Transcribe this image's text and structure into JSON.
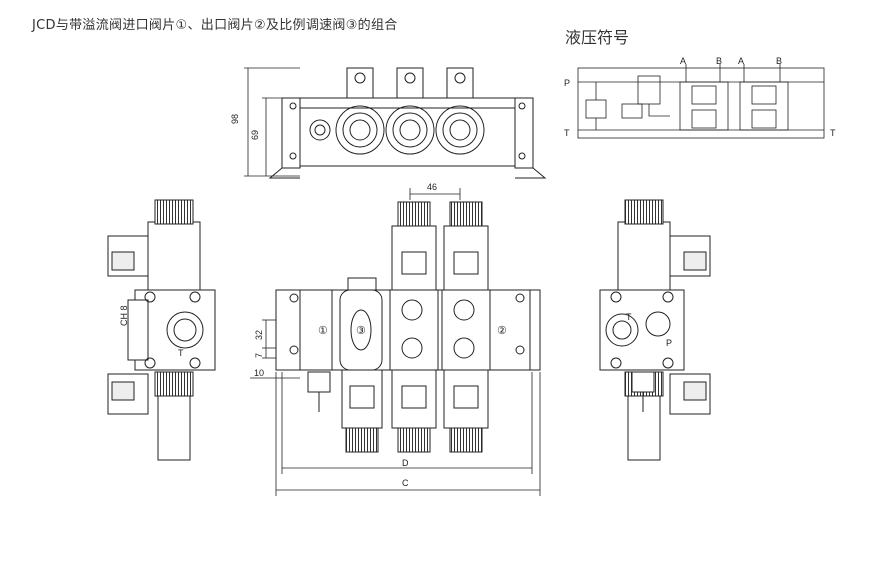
{
  "caption": "JCD与带溢流阀进口阀片①、出口阀片②及比例调速阀③的组合",
  "symbol_title": "液压符号",
  "dims": {
    "h98": "98",
    "h69": "69",
    "w46": "46",
    "d32": "32",
    "d7": "7",
    "d10": "10",
    "ch8": "CH 8",
    "D": "D",
    "C": "C"
  },
  "markers": {
    "inlet": "①",
    "flow": "③",
    "outlet": "②"
  },
  "ports": {
    "T": "T",
    "P": "P",
    "A": "A",
    "B": "B"
  }
}
